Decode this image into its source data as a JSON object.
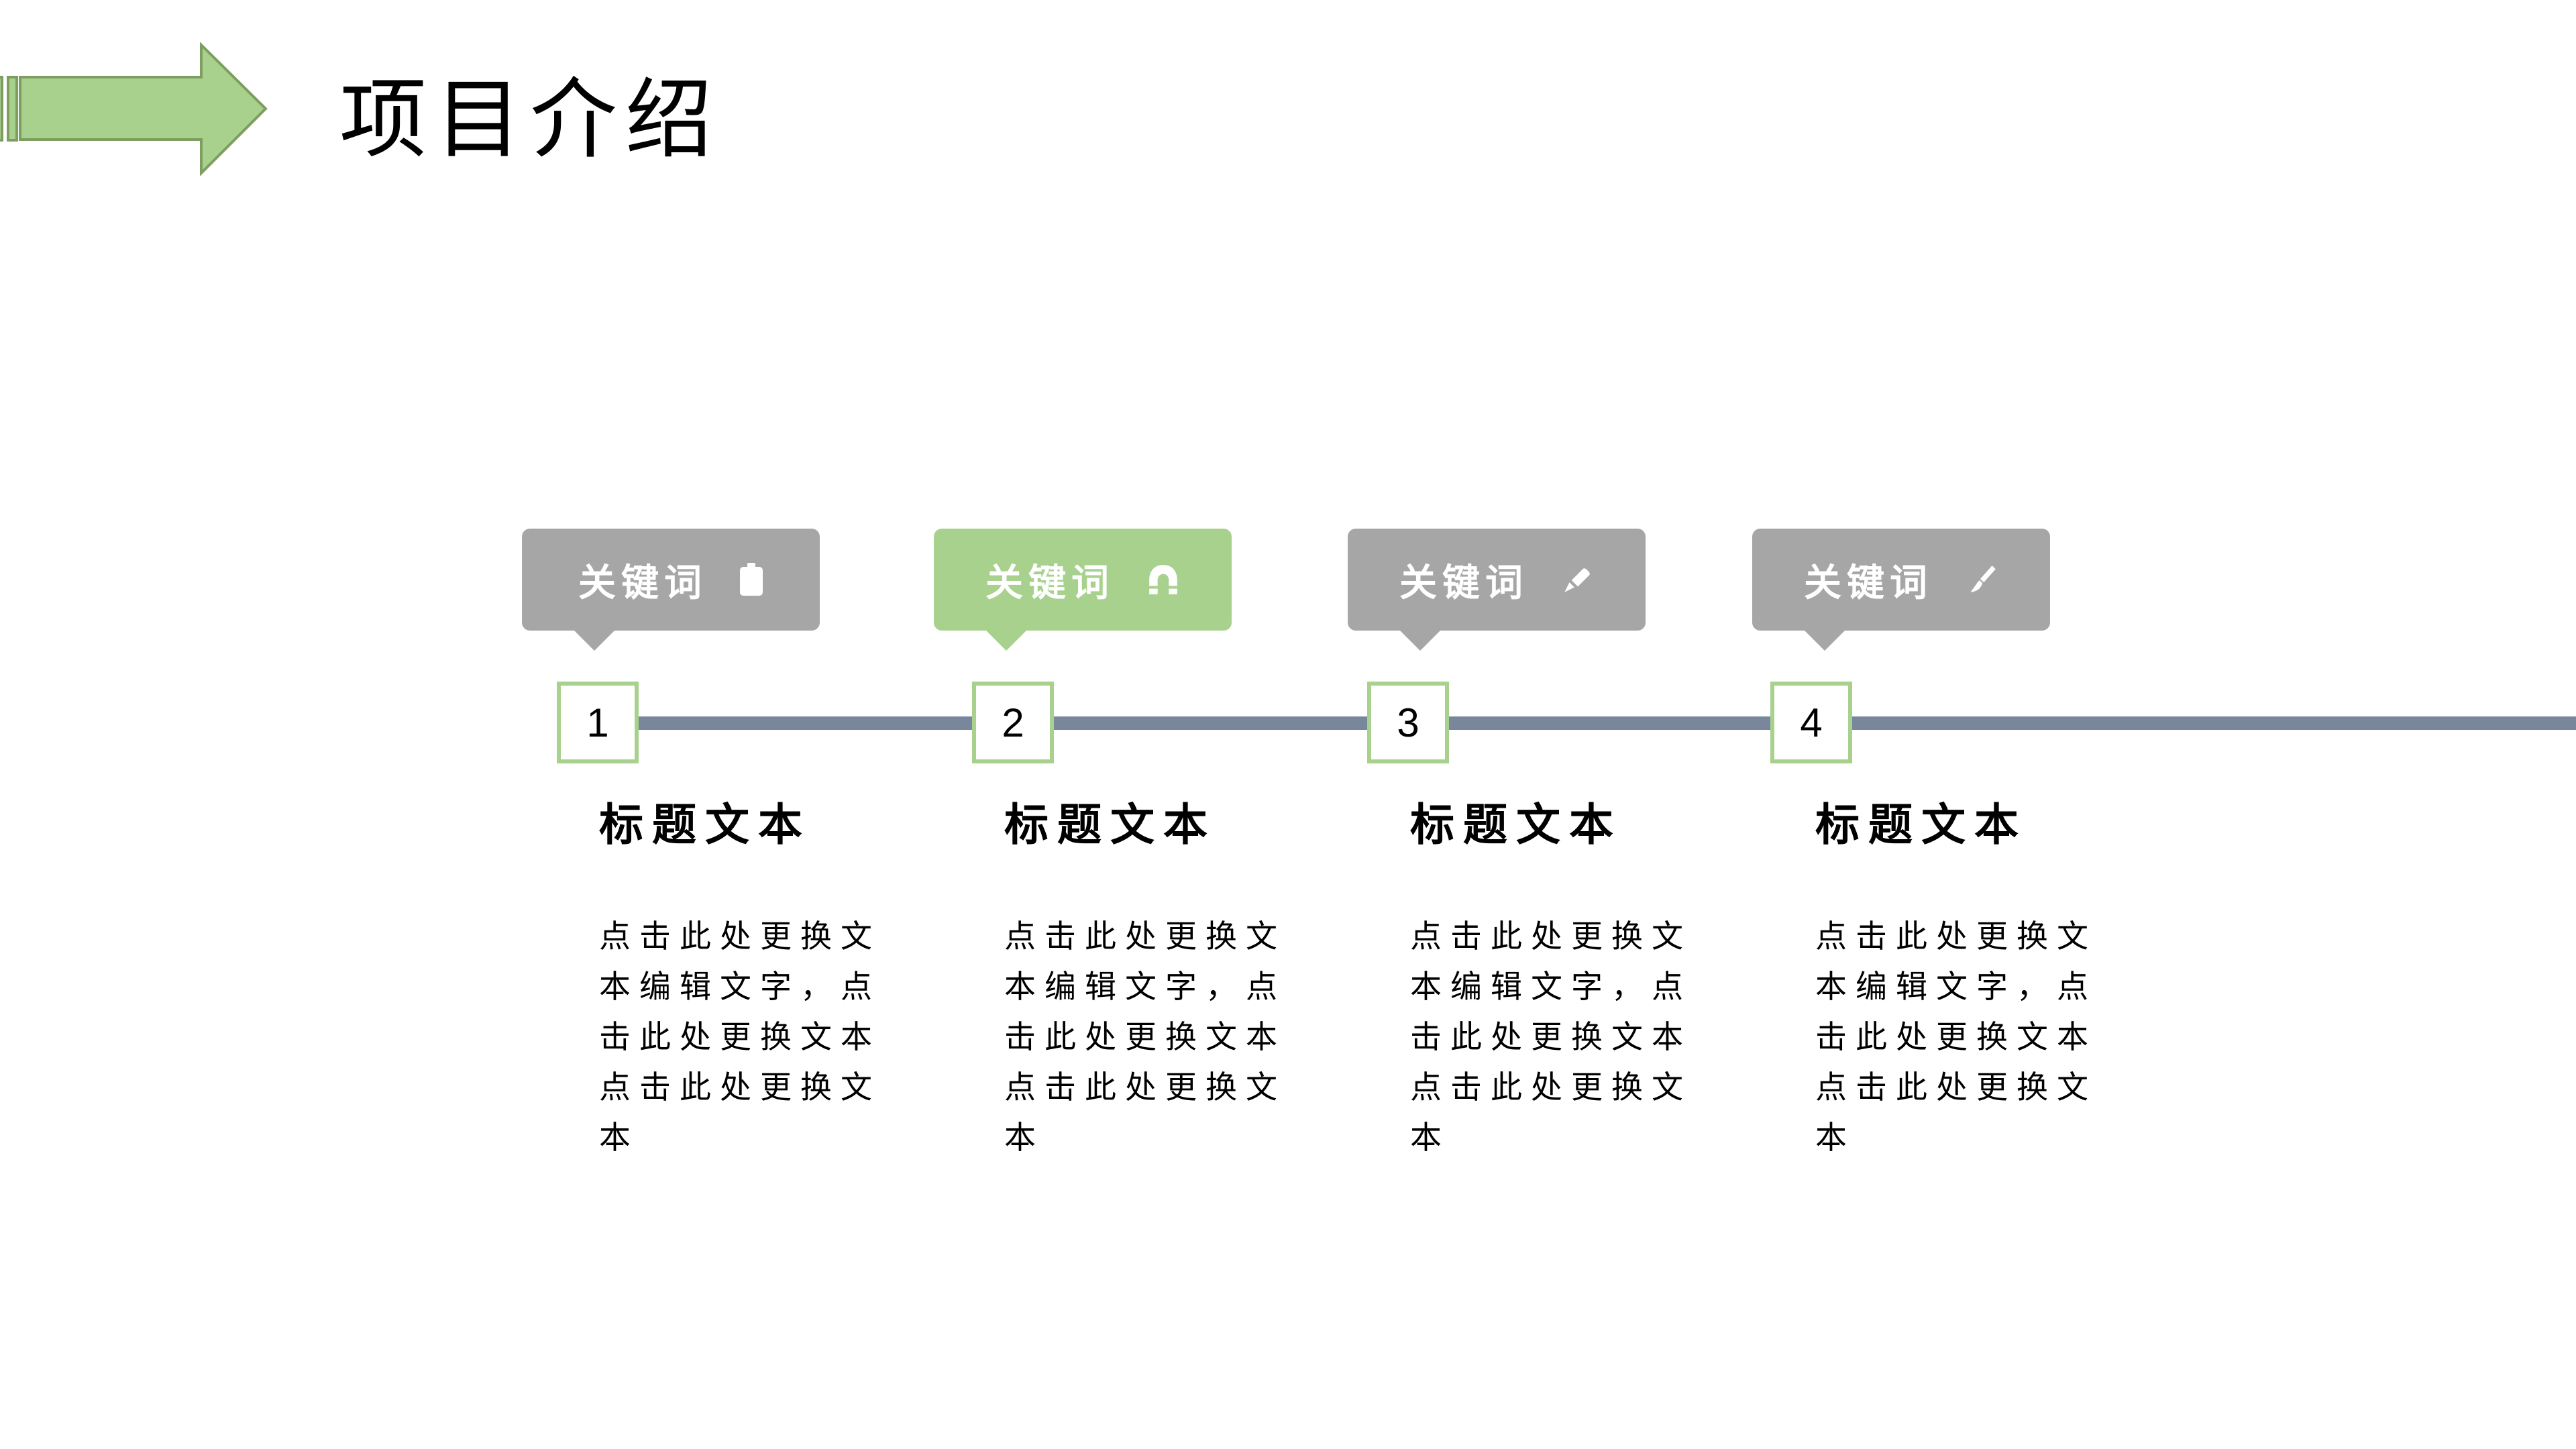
{
  "header": {
    "title": "项目介绍",
    "arrow_icon": "striped-right-arrow-icon"
  },
  "colors": {
    "accent_green": "#A9D18E",
    "accent_green_stroke": "#7E9E60",
    "badge_gray": "#A6A6A6",
    "timeline_line": "#78879B",
    "badge_text": "#FFFFFF",
    "text": "#000000",
    "background": "#FFFFFF"
  },
  "timeline": {
    "badges": [
      {
        "label": "关键词",
        "icon": "clipboard-icon",
        "variant": "gray"
      },
      {
        "label": "关键词",
        "icon": "magnet-icon",
        "variant": "green"
      },
      {
        "label": "关键词",
        "icon": "pencil-icon",
        "variant": "gray"
      },
      {
        "label": "关键词",
        "icon": "paintbrush-icon",
        "variant": "gray"
      }
    ],
    "milestones": [
      {
        "number": "1"
      },
      {
        "number": "2"
      },
      {
        "number": "3"
      },
      {
        "number": "4"
      }
    ],
    "columns": [
      {
        "title": "标题文本",
        "body": "点击此处更换文\n本编辑文字，点\n击此处更换文本\n点击此处更换文\n本"
      },
      {
        "title": "标题文本",
        "body": "点击此处更换文\n本编辑文字，点\n击此处更换文本\n点击此处更换文\n本"
      },
      {
        "title": "标题文本",
        "body": "点击此处更换文\n本编辑文字，点\n击此处更换文本\n点击此处更换文\n本"
      },
      {
        "title": "标题文本",
        "body": "点击此处更换文\n本编辑文字，点\n击此处更换文本\n点击此处更换文\n本"
      }
    ]
  }
}
